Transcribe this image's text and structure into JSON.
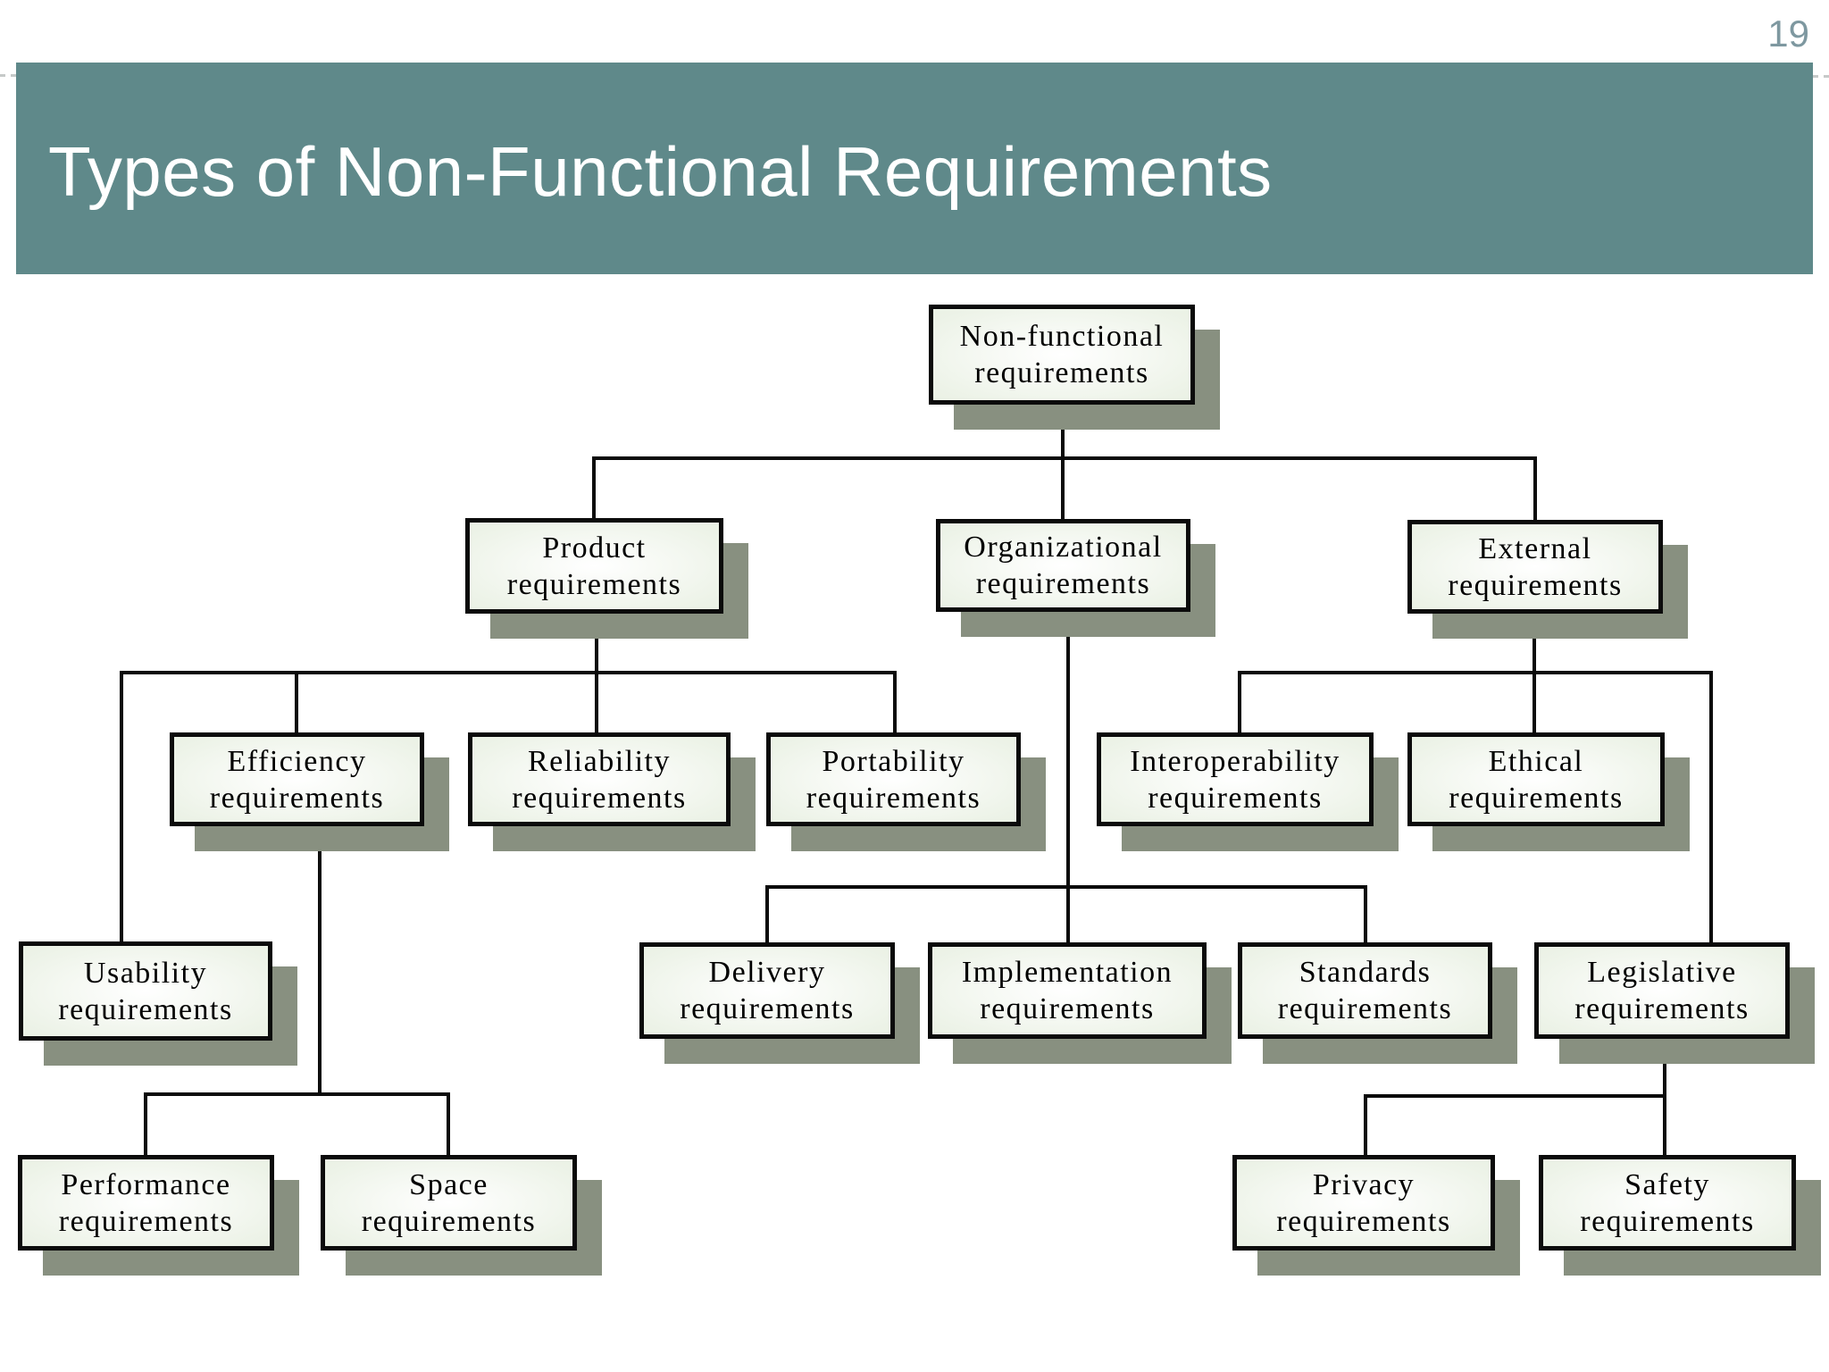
{
  "slide": {
    "title": "Types of Non-Functional Requirements",
    "page_number": "19"
  },
  "colors": {
    "title_bar_bg": "#5f898a",
    "title_text": "#ffffff",
    "page_number": "#7e98a0",
    "box_border": "#0b0b0b",
    "box_fill_center": "#ffffff",
    "box_fill_edge": "#dbe7d3",
    "box_shadow": "#889080",
    "connector": "#0b0b0b",
    "guide_dash": "#c6c9c8"
  },
  "chart_data": {
    "type": "tree-diagram",
    "root": "Non-functional requirements",
    "edges": [
      [
        "Non-functional requirements",
        "Product requirements"
      ],
      [
        "Non-functional requirements",
        "Organizational requirements"
      ],
      [
        "Non-functional requirements",
        "External requirements"
      ],
      [
        "Product requirements",
        "Usability requirements"
      ],
      [
        "Product requirements",
        "Efficiency requirements"
      ],
      [
        "Product requirements",
        "Reliability requirements"
      ],
      [
        "Product requirements",
        "Portability requirements"
      ],
      [
        "Organizational requirements",
        "Delivery requirements"
      ],
      [
        "Organizational requirements",
        "Implementation requirements"
      ],
      [
        "Organizational requirements",
        "Standards requirements"
      ],
      [
        "External requirements",
        "Interoperability requirements"
      ],
      [
        "External requirements",
        "Ethical requirements"
      ],
      [
        "External requirements",
        "Legislative requirements"
      ],
      [
        "Efficiency requirements",
        "Performance requirements"
      ],
      [
        "Efficiency requirements",
        "Space requirements"
      ],
      [
        "Legislative requirements",
        "Privacy requirements"
      ],
      [
        "Legislative requirements",
        "Safety requirements"
      ]
    ]
  },
  "nodes": [
    {
      "label": "Non-functional\nrequirements",
      "parent": null
    },
    {
      "label": "Product\nrequirements",
      "parent": "Non-functional requirements"
    },
    {
      "label": "Organizational\nrequirements",
      "parent": "Non-functional requirements"
    },
    {
      "label": "External\nrequirements",
      "parent": "Non-functional requirements"
    },
    {
      "label": "Efficiency\nrequirements",
      "parent": "Product requirements"
    },
    {
      "label": "Reliability\nrequirements",
      "parent": "Product requirements"
    },
    {
      "label": "Portability\nrequirements",
      "parent": "Product requirements"
    },
    {
      "label": "Interoperability\nrequirements",
      "parent": "External requirements"
    },
    {
      "label": "Ethical\nrequirements",
      "parent": "External requirements"
    },
    {
      "label": "Usability\nrequirements",
      "parent": "Product requirements"
    },
    {
      "label": "Delivery\nrequirements",
      "parent": "Organizational requirements"
    },
    {
      "label": "Implementation\nrequirements",
      "parent": "Organizational requirements"
    },
    {
      "label": "Standards\nrequirements",
      "parent": "Organizational requirements"
    },
    {
      "label": "Legislative\nrequirements",
      "parent": "External requirements"
    },
    {
      "label": "Performance\nrequirements",
      "parent": "Efficiency requirements"
    },
    {
      "label": "Space\nrequirements",
      "parent": "Efficiency requirements"
    },
    {
      "label": "Privacy\nrequirements",
      "parent": "Legislative requirements"
    },
    {
      "label": "Safety\nrequirements",
      "parent": "Legislative requirements"
    }
  ]
}
